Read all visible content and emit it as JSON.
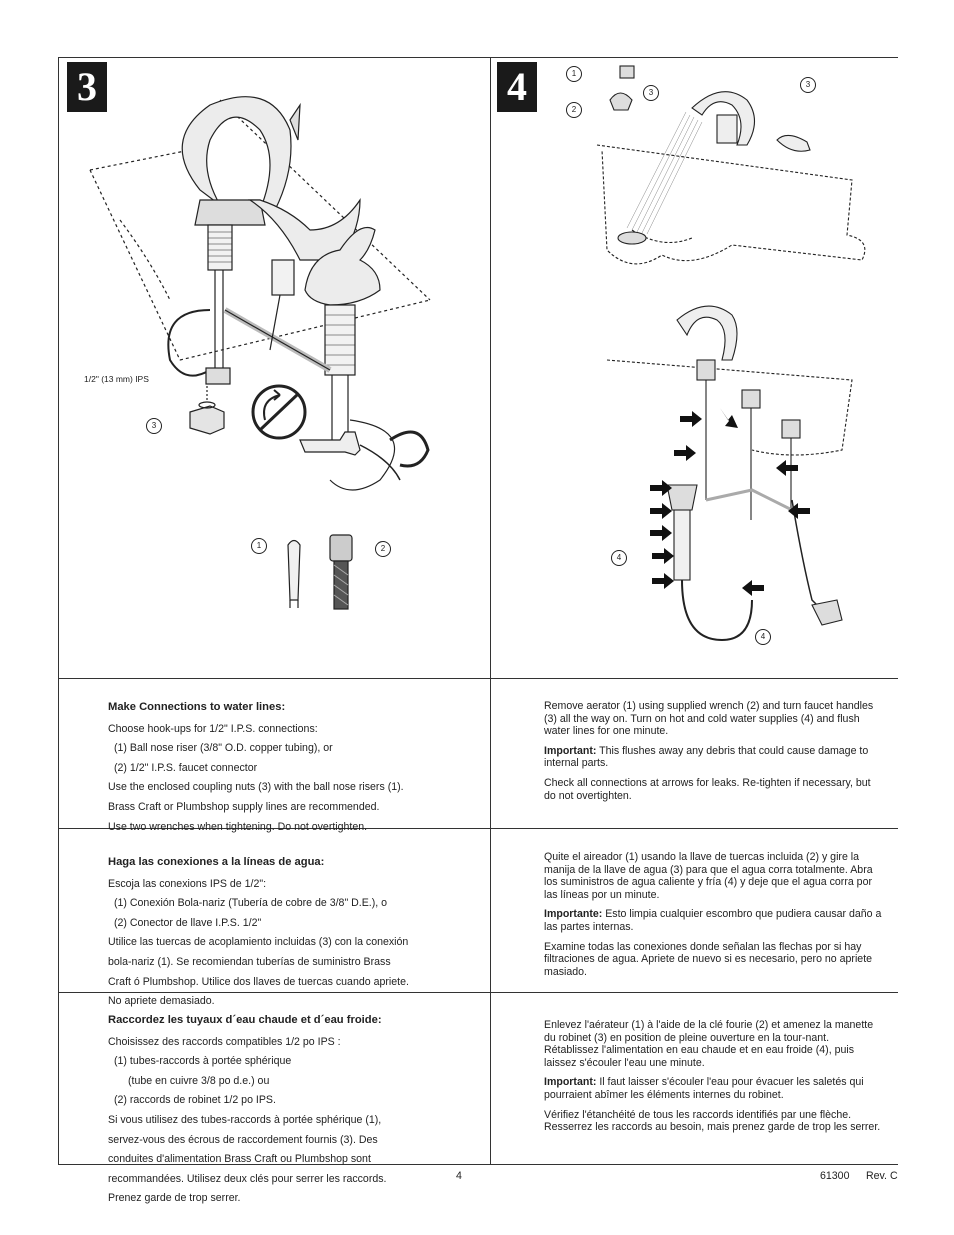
{
  "steps": {
    "left_number": "3",
    "right_number": "4"
  },
  "illustration": {
    "ips_label": "1/2\" (13 mm) IPS",
    "callouts": {
      "left_nut": "3",
      "left_ball_nose": "1",
      "left_connector": "2",
      "right_aerator": "1",
      "right_wrench": "2",
      "right_handle_left": "3",
      "right_handle_right": "3",
      "right_supply_left": "4",
      "right_supply_right": "4"
    },
    "icons": [
      "no-rotate-icon",
      "wrench-icon",
      "arrow-icon"
    ]
  },
  "english": {
    "left_heading": "Make Connections to water lines:",
    "left_lines": [
      "Choose hook-ups for 1/2\" I.P.S. connections:",
      "(1) Ball nose riser (3/8\" O.D. copper tubing), or",
      "(2) 1/2\" I.P.S. faucet connector",
      "Use the enclosed coupling nuts (3) with the ball nose risers (1).",
      "Brass Craft or Plumbshop supply lines are recommended.",
      "Use two wrenches when tightening. Do not overtighten."
    ],
    "right_p1": "Remove aerator (1) using supplied wrench (2) and turn faucet handles (3) all the way on. Turn on hot and cold water supplies (4) and flush water lines for one minute.",
    "right_p2_bold": "Important:",
    "right_p2": " This flushes away any debris that could cause damage to internal parts.",
    "right_p3": "Check all connections at arrows for leaks. Re-tighten if necessary, but do not overtighten."
  },
  "spanish": {
    "left_heading": "Haga las conexiones a la líneas de agua:",
    "left_lines": [
      "Escoja las conexions IPS de 1/2\":",
      "(1) Conexión Bola-nariz (Tubería de cobre de 3/8\" D.E.), o",
      "(2) Conector de llave I.P.S. 1/2\"",
      "Utilice las tuercas de acoplamiento incluidas (3) con la conexión",
      "bola-nariz (1). Se recomiendan tuberías de suministro Brass",
      "Craft ó Plumbshop. Utilice dos llaves de tuercas cuando apriete.",
      "No apriete demasiado."
    ],
    "right_p1": "Quite el aireador (1) usando la llave de tuercas incluida (2) y gire la manija de la llave de agua (3) para que el agua corra totalmente. Abra los suministros de agua caliente y fría (4) y deje que el agua corra por las líneas por un minute.",
    "right_p2_bold": "Importante:",
    "right_p2": " Esto limpia cualquier escombro que pudiera causar daño a las partes internas.",
    "right_p3": "Examine todas las conexiones donde señalan las flechas por si hay filtraciones de agua. Apriete de nuevo si es necesario, pero no apriete masiado."
  },
  "french": {
    "left_heading": "Raccordez les tuyaux d´eau chaude et d´eau froide:",
    "left_lines": [
      "Choisissez des raccords compatibles 1/2 po IPS :",
      "(1) tubes-raccords à portée sphérique",
      "(tube en cuivre 3/8 po d.e.) ou",
      "(2) raccords de robinet 1/2 po IPS.",
      "Si vous utilisez des tubes-raccords à portée sphérique (1),",
      "servez-vous des écrous de raccordement fournis (3). Des",
      "conduites d'alimentation Brass Craft ou Plumbshop sont",
      "recommandées. Utilisez deux clés pour serrer les raccords.",
      "Prenez garde de trop serrer."
    ],
    "right_p1": "Enlevez l'aérateur (1) à l'aide de la clé fourie (2) et amenez la manette du robinet (3) en position de pleine ouverture en la tour-nant. Rétablissez l'alimentation en eau chaude et en eau froide (4), puis laissez s'écouler l'eau une minute.",
    "right_p2_bold": "Important:",
    "right_p2": " Il faut laisser s'écouler l'eau pour évacuer les saletés qui pourraient abîmer les éléments internes du robinet.",
    "right_p3": "Vérifiez l'étanchéité de tous les raccords identifiés par une flèche. Resserrez les raccords au besoin, mais prenez garde de trop les serrer."
  },
  "footer": {
    "page": "4",
    "doc": "61300",
    "rev": "Rev. C"
  },
  "colors": {
    "ink": "#1a1a1a",
    "line": "#333333",
    "paper": "#ffffff"
  }
}
